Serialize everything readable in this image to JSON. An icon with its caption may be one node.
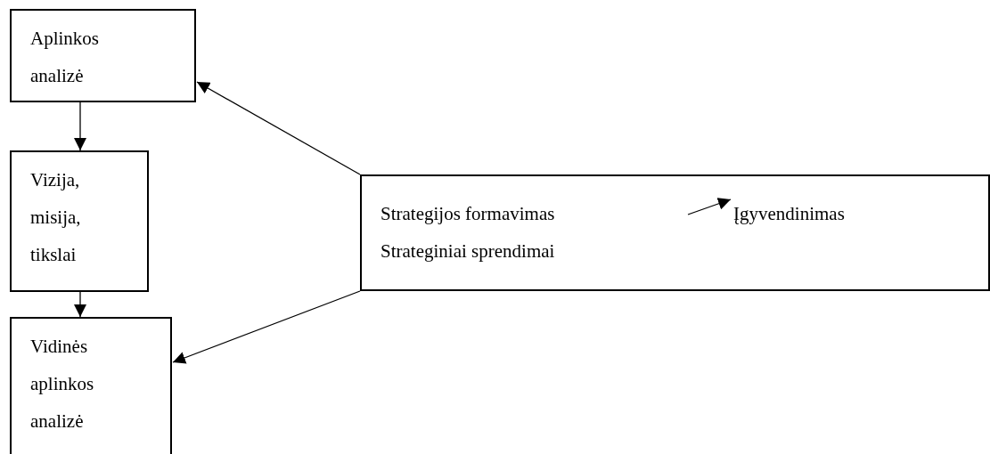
{
  "diagram": {
    "nodes": [
      {
        "text": [
          "Aplinkos analizė"
        ]
      },
      {
        "text": [
          "Vizija, misija, tikslai"
        ]
      },
      {
        "text": [
          "Vidinės aplinkos analizė"
        ]
      },
      {
        "text": [],
        "shape": "box"
      },
      {
        "text": [
          "Strategijos formavimas"
        ],
        "in": 3
      },
      {
        "text": [
          "Įgyvendinimas"
        ],
        "in": 3
      },
      {
        "text": [
          "Strateginiai sprendimai"
        ],
        "in": 3
      }
    ],
    "edges": [
      {
        "from": 0,
        "to": 1,
        "arrow": "to"
      },
      {
        "from": 1,
        "to": 2,
        "arrow": "to"
      },
      {
        "from": 3,
        "to": 0,
        "arrow": "to"
      },
      {
        "from": 3,
        "to": 2,
        "arrow": "to"
      },
      {
        "from": 4,
        "to": 5,
        "arrow": "to"
      }
    ]
  }
}
